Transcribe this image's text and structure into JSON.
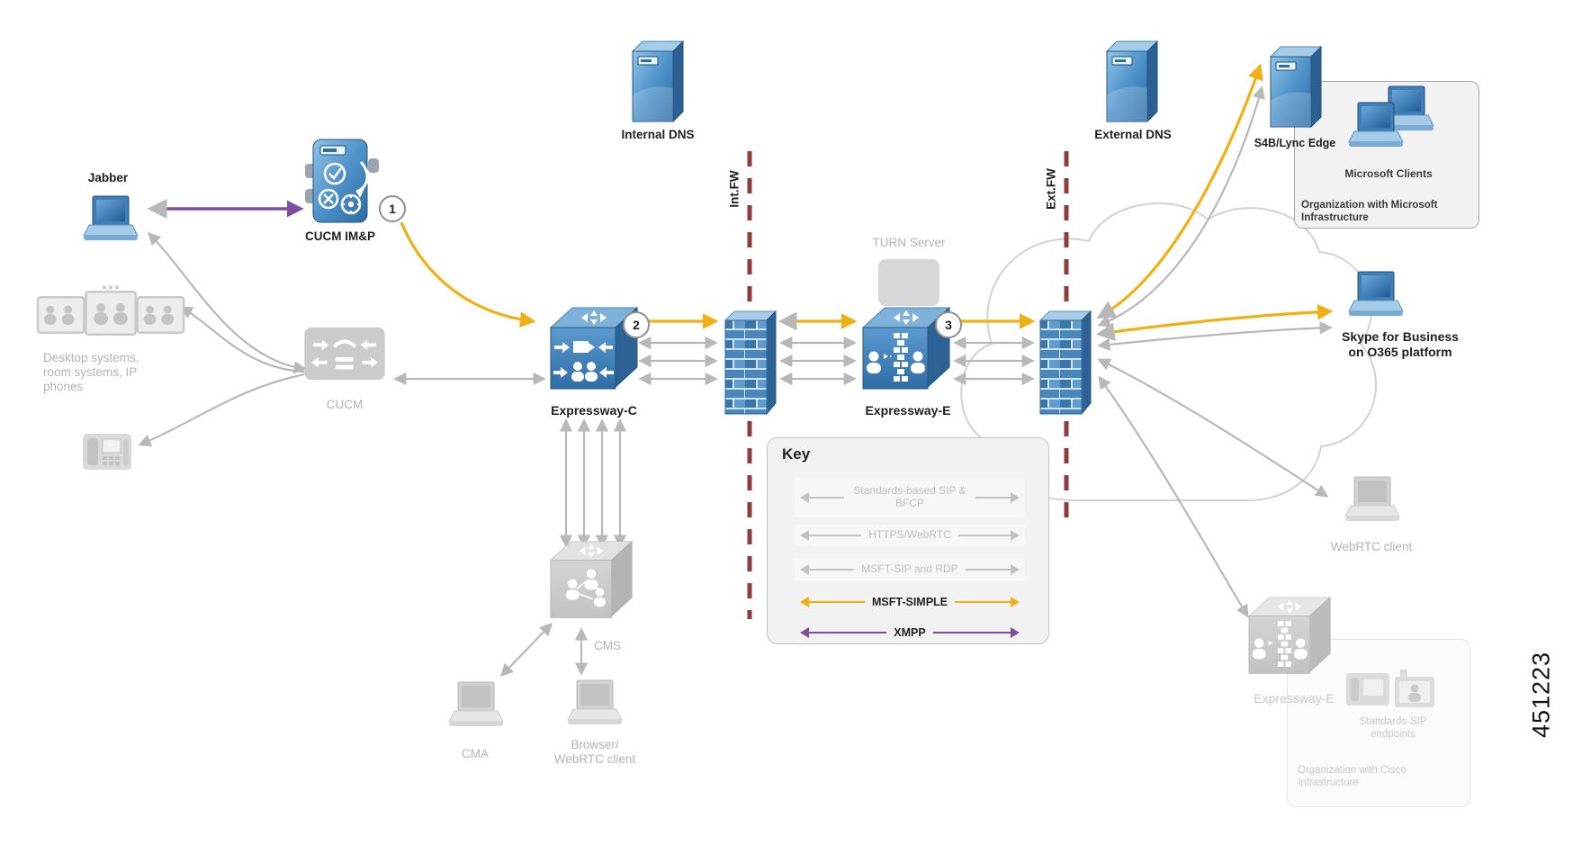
{
  "figure_number": "451223",
  "badges": {
    "one": "1",
    "two": "2",
    "three": "3"
  },
  "labels": {
    "jabber": "Jabber",
    "cucm_imp": "CUCM IM&P",
    "desktop_systems": "Desktop systems, room systems, IP phones",
    "cucm": "CUCM",
    "internal_dns": "Internal DNS",
    "int_fw": "Int.FW",
    "expressway_c": "Expressway-C",
    "turn_server": "TURN Server",
    "expressway_e": "Expressway-E",
    "ext_fw": "Ext.FW",
    "external_dns": "External DNS",
    "s4b_lync_edge": "S4B/Lync Edge",
    "microsoft_clients": "Microsoft Clients",
    "org_microsoft": "Organization with Microsoft Infrastructure",
    "skype_o365": "Skype for Business on O365 platform",
    "webrtc_client": "WebRTC client",
    "cms": "CMS",
    "cma": "CMA",
    "browser_webrtc": "Browser/ WebRTC client",
    "expressway_e_remote": "Expressway-E",
    "standards_sip_endpoints": "Standards-SIP endpoints",
    "org_cisco": "Organization with Cisco Infrastructure"
  },
  "key": {
    "title": "Key",
    "entries": [
      {
        "label": "Standards-based SIP & BFCP",
        "arrow_color": "#c2c2c2"
      },
      {
        "label": "HTTPS/WebRTC",
        "arrow_color": "#c2c2c2"
      },
      {
        "label": "MSFT-SIP and RDP",
        "arrow_color": "#c2c2c2"
      },
      {
        "label": "MSFT-SIMPLE",
        "arrow_color": "#f0af13"
      },
      {
        "label": "XMPP",
        "arrow_color": "#7e4f9f"
      }
    ]
  },
  "colors": {
    "msft_simple_yellow": "#f0af13",
    "xmpp_purple": "#7e4f9f",
    "firewall_boundary_red": "#8e3b3b",
    "gray_inactive": "#c9c9c9",
    "cisco_blue": "#3a7cb8"
  }
}
